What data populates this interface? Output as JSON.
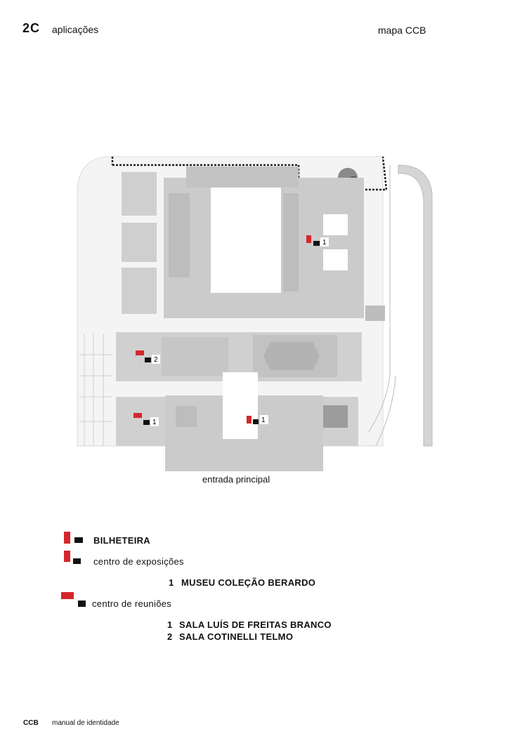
{
  "header": {
    "section_number": "2C",
    "section_title": "aplicações",
    "page_label": "mapa CCB"
  },
  "map": {
    "entrance_label": "entrada principal",
    "markers": [
      {
        "number": "1",
        "area": "museu coleção berardo"
      },
      {
        "number": "2",
        "area": "sala cotinelli telmo"
      },
      {
        "number": "1",
        "area": "sala luís de freitas branco"
      },
      {
        "number": "1",
        "area": "bilheteira"
      }
    ]
  },
  "legend": {
    "ticket_office": "BILHETEIRA",
    "exhibition_center": "centro de exposições",
    "exhibition_items": [
      {
        "num": "1",
        "label": "MUSEU COLEÇÃO BERARDO"
      }
    ],
    "meeting_center": "centro de reuniões",
    "meeting_items": [
      {
        "num": "1",
        "label": "SALA LUÍS DE FREITAS BRANCO"
      },
      {
        "num": "2",
        "label": "SALA COTINELLI TELMO"
      }
    ]
  },
  "footer": {
    "brand": "CCB",
    "text": "manual de identidade"
  },
  "colors": {
    "accent_red": "#d4262a",
    "building_gray": "#cfcfcf"
  }
}
